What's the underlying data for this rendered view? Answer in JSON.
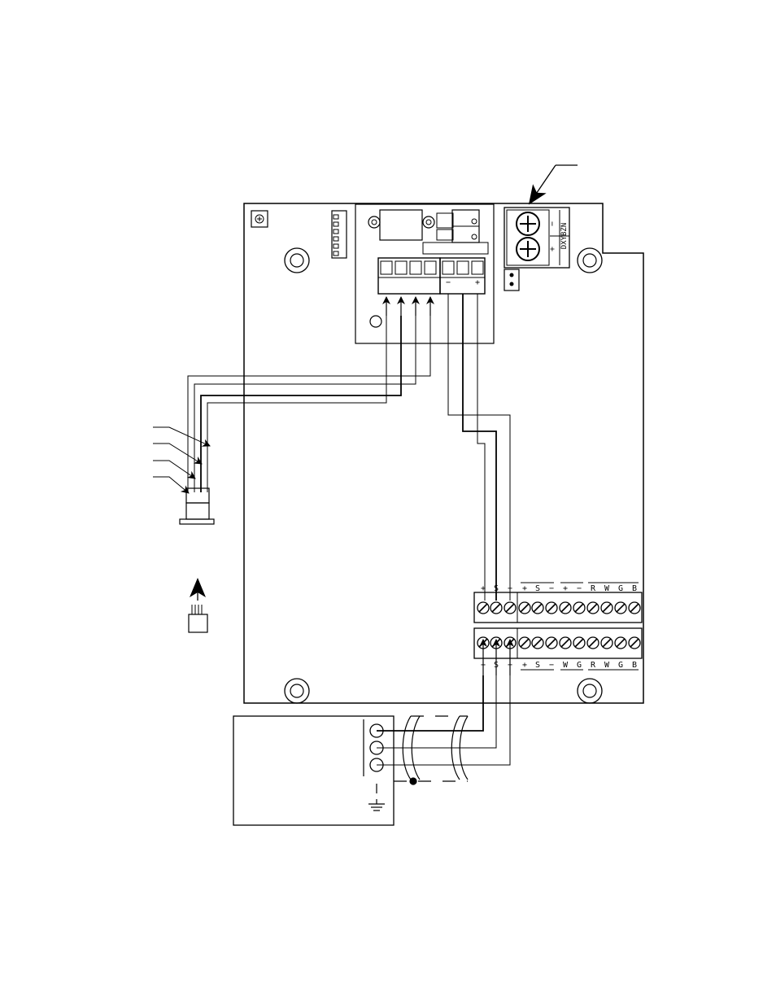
{
  "colors": {
    "line": "#000000",
    "background": "#ffffff"
  },
  "icons": [
    "pointer-arrow-icon",
    "screw-terminal-icon",
    "mounting-hole-icon",
    "ground-symbol-icon",
    "rj-plug-icon"
  ],
  "relay_module": {
    "output_terminal_labels": [
      "−",
      "",
      "+"
    ]
  },
  "side_terminal": {
    "vertical_label": "DXYBZN",
    "screw_labels": [
      "−",
      "+"
    ]
  },
  "terminal_strip_top": {
    "labels": [
      "+",
      "S",
      "−",
      "+",
      "S",
      "−",
      "+",
      "−",
      "R",
      "W",
      "G",
      "B"
    ]
  },
  "terminal_strip_bottom": {
    "labels": [
      "+",
      "S",
      "−",
      "+",
      "S",
      "−",
      "W",
      "G",
      "R",
      "W",
      "G",
      "B"
    ]
  }
}
